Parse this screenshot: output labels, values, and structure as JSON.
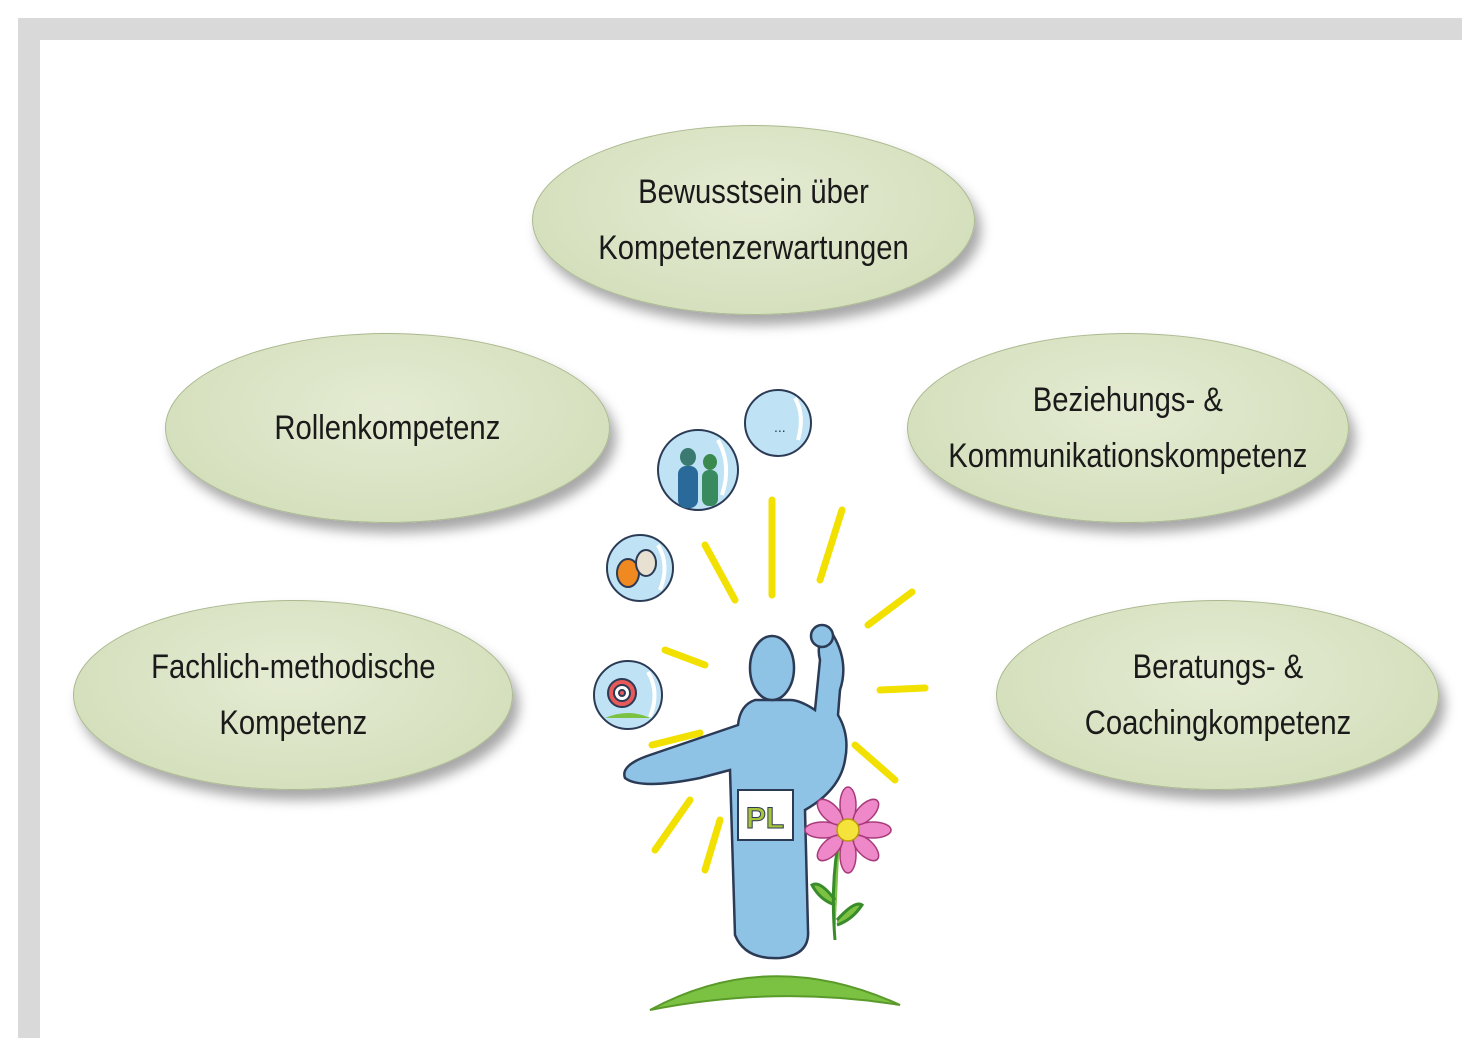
{
  "diagram": {
    "center_image": "juggling-figure-illustration",
    "bubble_icons": [
      "target-icon",
      "theater-masks-icon",
      "people-icon",
      "ellipsis-icon"
    ],
    "badge_text": "PL",
    "ellipse_fill": "#d8e2c1",
    "nodes": [
      {
        "id": "top",
        "lines": [
          "Bewusstsein über",
          "Kompetenzerwartungen"
        ]
      },
      {
        "id": "left-upper",
        "lines": [
          "Rollenkompetenz"
        ]
      },
      {
        "id": "right-upper",
        "lines": [
          "Beziehungs- &",
          "Kommunikationskompetenz"
        ]
      },
      {
        "id": "left-lower",
        "lines": [
          "Fachlich-methodische",
          "Kompetenz"
        ]
      },
      {
        "id": "right-lower",
        "lines": [
          "Beratungs- &",
          "Coachingkompetenz"
        ]
      }
    ]
  }
}
